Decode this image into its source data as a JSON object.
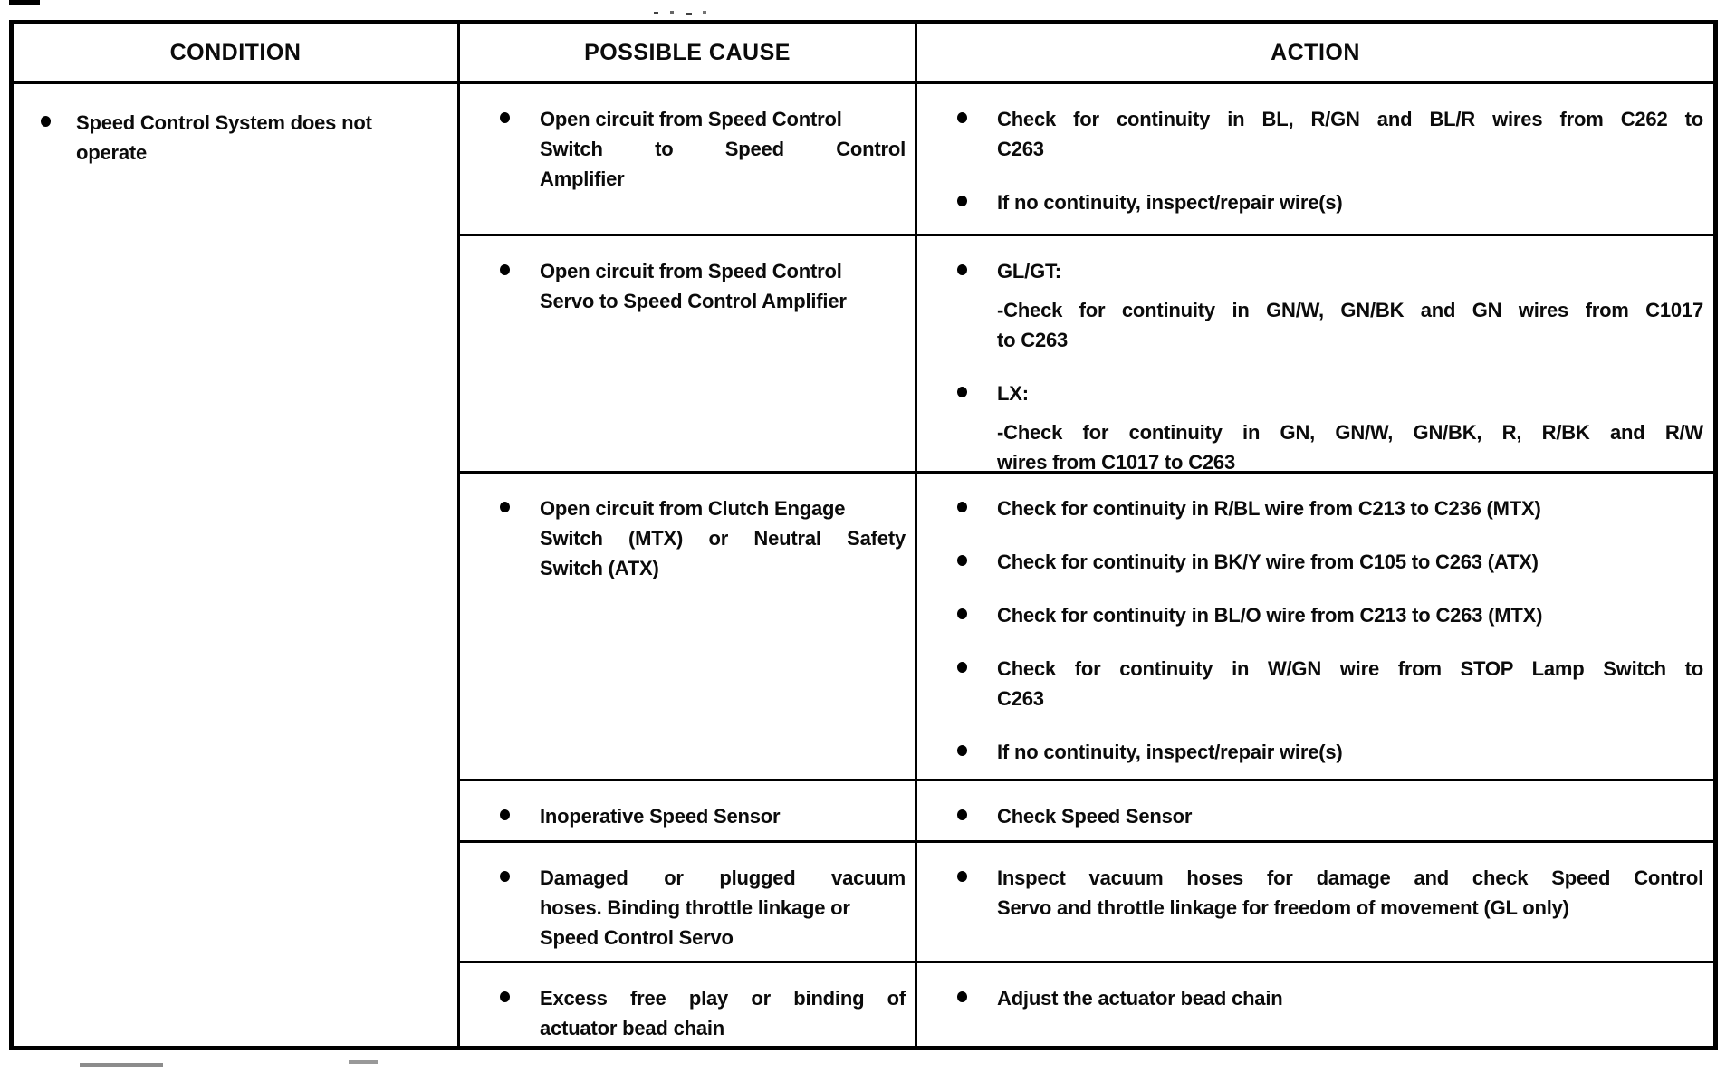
{
  "doc": {
    "headers": {
      "condition": "CONDITION",
      "cause": "POSSIBLE CAUSE",
      "action": "ACTION"
    },
    "condition": {
      "lines": [
        "Speed Control System does not",
        "operate"
      ]
    },
    "rows": [
      {
        "cause_lines": [
          "Open circuit from Speed Control",
          "Switch to Speed Control",
          "Amplifier"
        ],
        "actions": [
          {
            "lines": [
              "Check for continuity in BL, R/GN and BL/R wires from C262 to",
              "C263"
            ]
          },
          {
            "lines": [
              "If no continuity, inspect/repair wire(s)"
            ]
          }
        ]
      },
      {
        "cause_lines": [
          "Open circuit from Speed Control",
          "Servo to Speed Control Amplifier"
        ],
        "actions": [
          {
            "lines": [
              "GL/GT:",
              "-Check for continuity in GN/W, GN/BK and GN wires from C1017",
              "to C263"
            ]
          },
          {
            "lines": [
              "LX:",
              "-Check for continuity in GN, GN/W, GN/BK, R, R/BK and R/W",
              "wires from C1017 to C263"
            ]
          }
        ]
      },
      {
        "cause_lines": [
          "Open circuit from Clutch Engage",
          "Switch (MTX) or Neutral Safety",
          "Switch (ATX)"
        ],
        "actions": [
          {
            "lines": [
              "Check for continuity in R/BL wire from C213 to C236 (MTX)"
            ]
          },
          {
            "lines": [
              "Check for continuity in BK/Y wire from C105 to C263 (ATX)"
            ]
          },
          {
            "lines": [
              "Check for continuity in BL/O wire from C213 to C263 (MTX)"
            ]
          },
          {
            "lines": [
              "Check for continuity in W/GN wire from STOP Lamp Switch to",
              "C263"
            ]
          },
          {
            "lines": [
              "If no continuity, inspect/repair wire(s)"
            ]
          }
        ]
      },
      {
        "cause_lines": [
          "Inoperative Speed Sensor"
        ],
        "actions": [
          {
            "lines": [
              "Check Speed Sensor"
            ]
          }
        ]
      },
      {
        "cause_lines": [
          "Damaged or plugged vacuum",
          "hoses. Binding throttle linkage or",
          "Speed Control Servo"
        ],
        "actions": [
          {
            "lines": [
              "Inspect vacuum hoses for damage and check Speed Control",
              "Servo and throttle linkage for freedom of movement (GL only)"
            ]
          }
        ]
      },
      {
        "cause_lines": [
          "Excess free play or binding of",
          "actuator bead chain"
        ],
        "actions": [
          {
            "lines": [
              "Adjust the actuator bead chain"
            ]
          }
        ]
      }
    ]
  }
}
